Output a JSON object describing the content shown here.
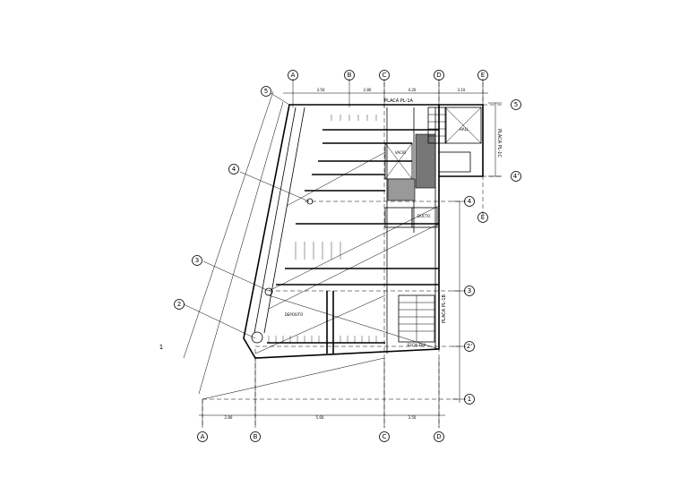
{
  "grid": {
    "columns": [
      "A",
      "B",
      "C",
      "D",
      "E"
    ],
    "rows": [
      "1",
      "2",
      "2'",
      "3",
      "4",
      "4'",
      "5"
    ]
  },
  "plan_labels": {
    "top_slab": "PLACA PL-1A",
    "right_slab": "PLACA PL-1B",
    "edge_note": "PLACA PL-1C",
    "shaft": "VACIO",
    "stair": "ESCALERA",
    "hall": "HALL",
    "room_a": "DEPOSITO",
    "room_b": "DUCTO",
    "dim_a": "3.50",
    "dim_b": "4.20",
    "dim_c": "2.80",
    "dim_d": "3.10",
    "dim_e": "5.60"
  }
}
